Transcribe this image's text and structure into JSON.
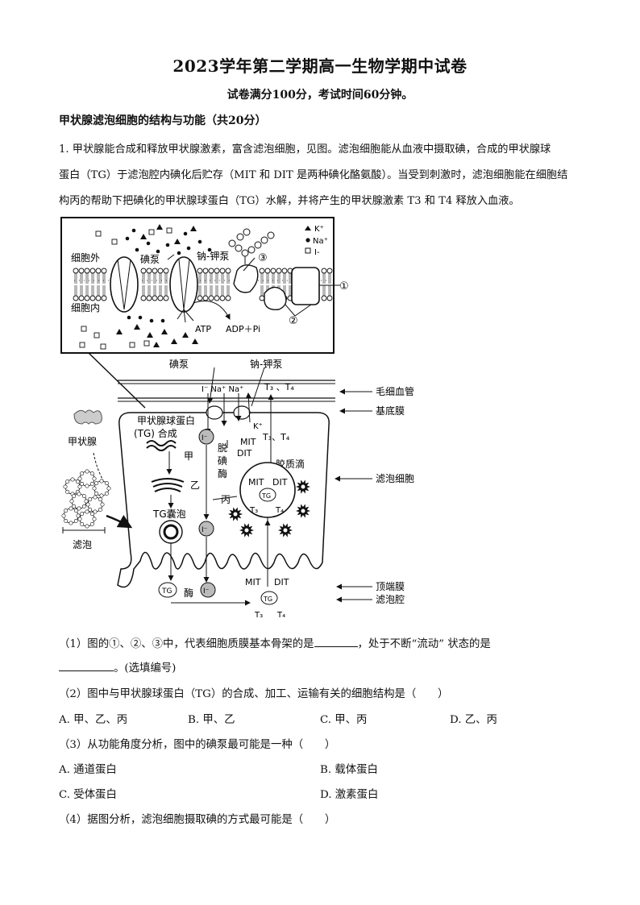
{
  "header": {
    "title": "2023学年第二学期高一生物学期中试卷",
    "subtitle": "试卷满分100分，考试时间60分钟。"
  },
  "section": {
    "heading": "甲状腺滤泡细胞的结构与功能（共20分）"
  },
  "question1": {
    "stem_line1": "1. 甲状腺能合成和释放甲状腺激素，富含滤泡细胞，见图。滤泡细胞能从血液中摄取碘，合成的甲状腺球",
    "stem_line2": "蛋白（TG）于滤泡腔内碘化后贮存（MIT 和 DIT 是两种碘化酪氨酸）。当受到刺激时，滤泡细胞能在细胞结",
    "stem_line3": "构丙的帮助下把碘化的甲状腺球蛋白（TG）水解，并将产生的甲状腺激素 T3 和 T4 释放入血液。"
  },
  "figure": {
    "membrane": {
      "outside": "细胞外",
      "inside": "细胞内",
      "iodine_pump": "碘泵",
      "na_k_pump": "钠-钾泵",
      "atp": "ATP",
      "adp": "ADP＋Pi",
      "n1": "①",
      "n2": "②",
      "n3": "③",
      "legend_k": "K⁺",
      "legend_na": "Na⁺",
      "legend_i": "I-"
    },
    "cell": {
      "iodine_pump": "碘泵",
      "na_k_pump": "钠-钾泵",
      "in_ions": "I⁻ Na⁺ Na⁺",
      "k_ion": "K⁺",
      "t3t4_top": "T₃ 、T₄",
      "capillary": "毛细血管",
      "basement": "基底膜",
      "tg_synth_1": "甲状腺球蛋白",
      "tg_synth_2": "(TG) 合成",
      "jia": "甲",
      "yi": "乙",
      "bing": "丙",
      "deiod_1": "脱",
      "deiod_2": "碘",
      "deiod_3": "酶",
      "mit_dit_1": "MIT",
      "mit_dit_2": "DIT",
      "t3t4_mid": "T₃、T₄",
      "colloid": "胶质滴",
      "in_mit": "MIT",
      "in_dit": "DIT",
      "tg": "TG",
      "t3": "T₃",
      "t4": "T₄",
      "i_minus": "I⁻",
      "follicle_cell": "滤泡细胞",
      "tg_vesicle": "TG囊泡",
      "enzyme": "酶",
      "bottom_mit": "MIT",
      "bottom_dit": "DIT",
      "bottom_t3": "T₃",
      "bottom_t4": "T₄",
      "apical": "顶端膜",
      "lumen": "滤泡腔",
      "thyroid": "甲状腺",
      "follicle": "滤泡"
    }
  },
  "subquestions": {
    "q1_line1_a": "（1）图的①、②、③中，代表细胞质膜基本骨架的是",
    "q1_line1_b": "，处于不断“流动” 状态的是",
    "q1_line2": "。(选填编号)",
    "q2": "（2）图中与甲状腺球蛋白（TG）的合成、加工、运输有关的细胞结构是（　　）",
    "q2_options": [
      "A. 甲、乙、丙",
      "B. 甲、乙",
      "C. 甲、丙",
      "D. 乙、丙"
    ],
    "q3": "（3）从功能角度分析，图中的碘泵最可能是一种（　　）",
    "q3_options": [
      "A. 通道蛋白",
      "B. 载体蛋白",
      "C. 受体蛋白",
      "D. 激素蛋白"
    ],
    "q4": "（4）据图分析，滤泡细胞摄取碘的方式最可能是（　　）"
  }
}
